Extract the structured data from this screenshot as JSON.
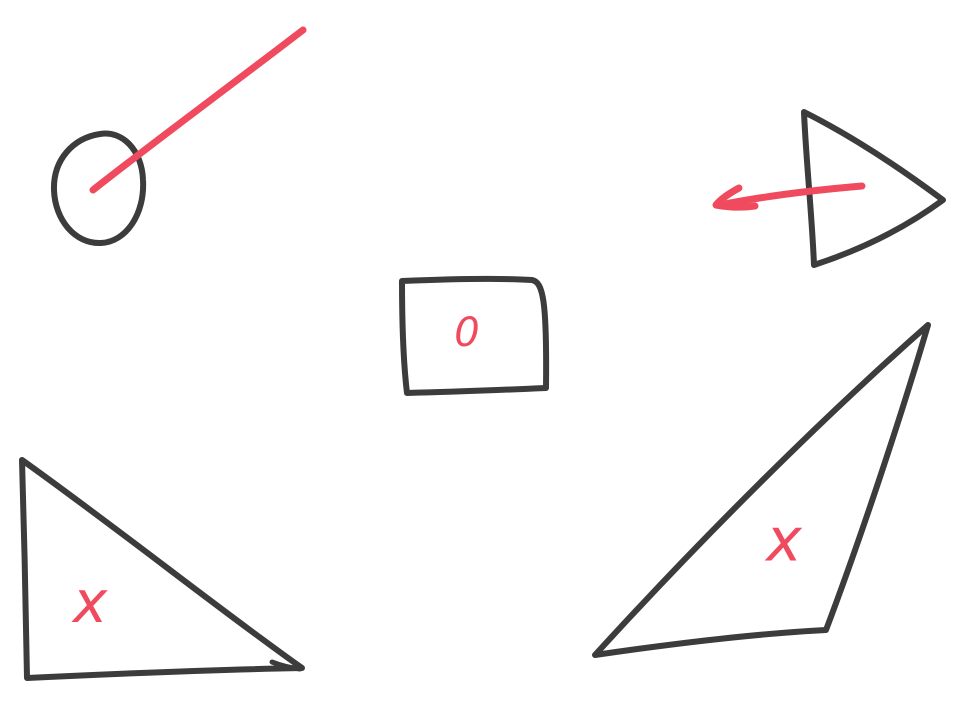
{
  "colors": {
    "background": "#ffffff",
    "outline": "#3c3c3c",
    "marker": "#f04a5e"
  },
  "shapes": [
    {
      "id": "circle",
      "shape": "circle",
      "mark": "line-to-top-right"
    },
    {
      "id": "triangle-right",
      "shape": "triangle",
      "mark": "arrow-pointing-left"
    },
    {
      "id": "square",
      "shape": "square",
      "mark": "text",
      "label": "0"
    },
    {
      "id": "triangle-bottom-left",
      "shape": "triangle",
      "mark": "text",
      "label": "x"
    },
    {
      "id": "triangle-bottom-right",
      "shape": "triangle",
      "mark": "text",
      "label": "x"
    }
  ]
}
